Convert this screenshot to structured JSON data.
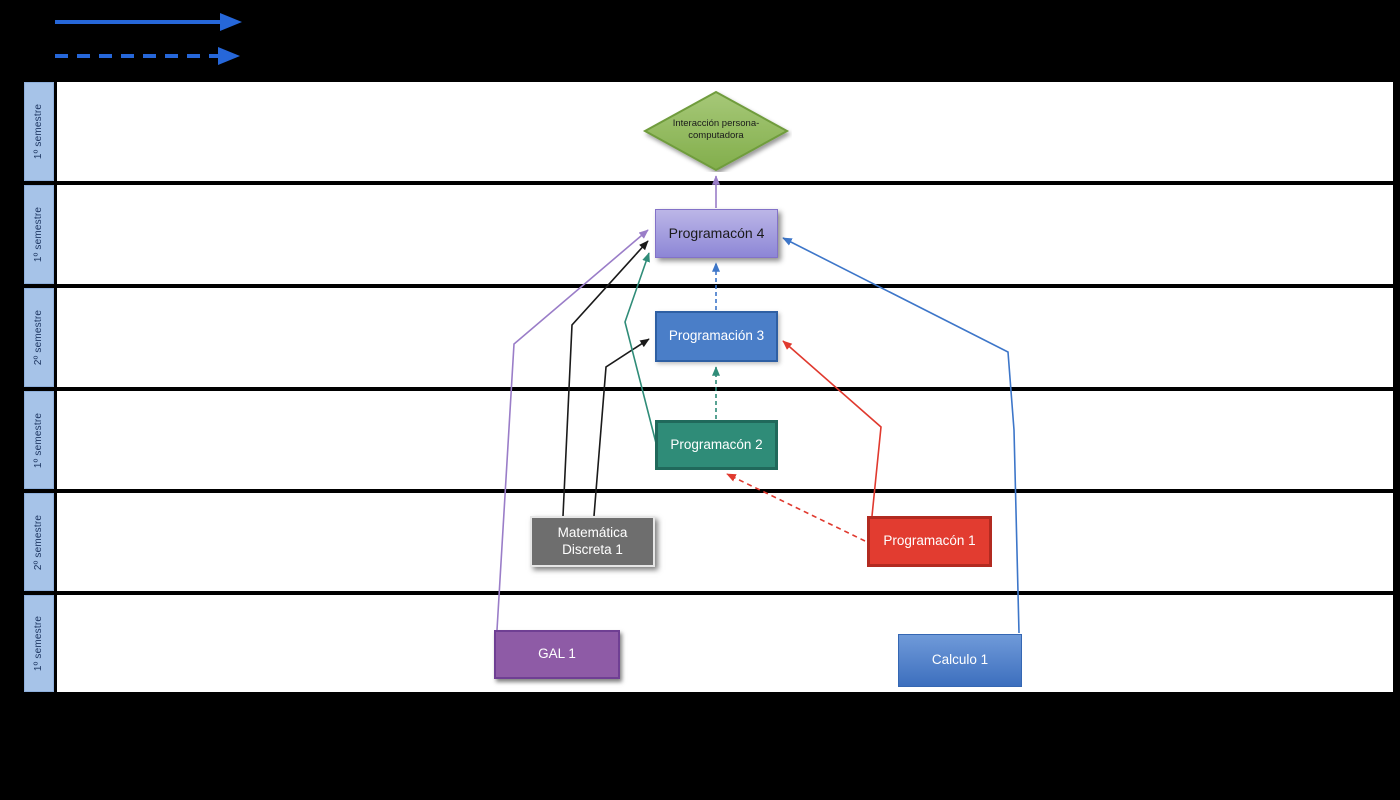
{
  "legend": {
    "solid_arrow_color": "#2667d9",
    "dashed_arrow_color": "#2667d9"
  },
  "timeline": {
    "rows": [
      {
        "label": "1º semestre"
      },
      {
        "label": "1º semestre"
      },
      {
        "label": "2º semestre"
      },
      {
        "label": "1º semestre"
      },
      {
        "label": "2º semestre"
      },
      {
        "label": "1º semestre"
      }
    ]
  },
  "nodes": {
    "interaccion": {
      "label": "Interacción persona- computadora",
      "shape": "diamond",
      "fill": "#93bd62"
    },
    "prog4": {
      "label": "Programacón 4",
      "fill": "#9a93da"
    },
    "prog3": {
      "label": "Programación 3",
      "fill": "#4a7ec8"
    },
    "prog2": {
      "label": "Programacón 2",
      "fill": "#2f8c78"
    },
    "matdisc": {
      "label": "Matemática Discreta 1",
      "fill": "#6e6e6e"
    },
    "prog1": {
      "label": "Programacón 1",
      "fill": "#e23c30"
    },
    "gal1": {
      "label": "GAL 1",
      "fill": "#8e5ba6"
    },
    "calculo1": {
      "label": "Calculo 1",
      "fill": "#4f7fcc"
    }
  },
  "edges": [
    {
      "from": "prog4",
      "to": "interaccion",
      "style": "solid",
      "color": "#9a7dc8"
    },
    {
      "from": "gal1",
      "to": "prog4",
      "style": "solid",
      "color": "#9a7dc8"
    },
    {
      "from": "matdisc",
      "to": "prog4",
      "style": "solid",
      "color": "#1a1a1a"
    },
    {
      "from": "matdisc",
      "to": "prog3",
      "style": "solid",
      "color": "#1a1a1a"
    },
    {
      "from": "prog2",
      "to": "prog4",
      "style": "solid",
      "color": "#2f8c78"
    },
    {
      "from": "prog2",
      "to": "prog3",
      "style": "dashed",
      "color": "#2f8c78"
    },
    {
      "from": "prog3",
      "to": "prog4",
      "style": "dashed",
      "color": "#3d76c9"
    },
    {
      "from": "prog1",
      "to": "prog3",
      "style": "solid",
      "color": "#e0392e"
    },
    {
      "from": "prog1",
      "to": "prog2",
      "style": "dashed",
      "color": "#e0392e"
    },
    {
      "from": "calculo1",
      "to": "prog4",
      "style": "solid",
      "color": "#3d76c9"
    }
  ]
}
